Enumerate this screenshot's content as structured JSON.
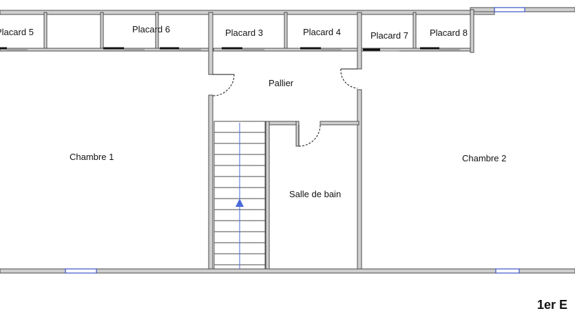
{
  "plan": {
    "title": "1er E",
    "rooms": {
      "placard5": "Placard 5",
      "placard6": "Placard 6",
      "placard3": "Placard 3",
      "placard4": "Placard 4",
      "placard7": "Placard 7",
      "placard8": "Placard 8",
      "pallier": "Pallier",
      "chambre1": "Chambre 1",
      "chambre2": "Chambre 2",
      "salle_de_bain": "Salle de bain"
    }
  },
  "colors": {
    "wall_fill": "#cfcfcf",
    "wall_stroke": "#4a4a4a",
    "window": "#3a52c8",
    "stair_arrow": "#4a6ad8",
    "door_leaf": "#111111"
  }
}
